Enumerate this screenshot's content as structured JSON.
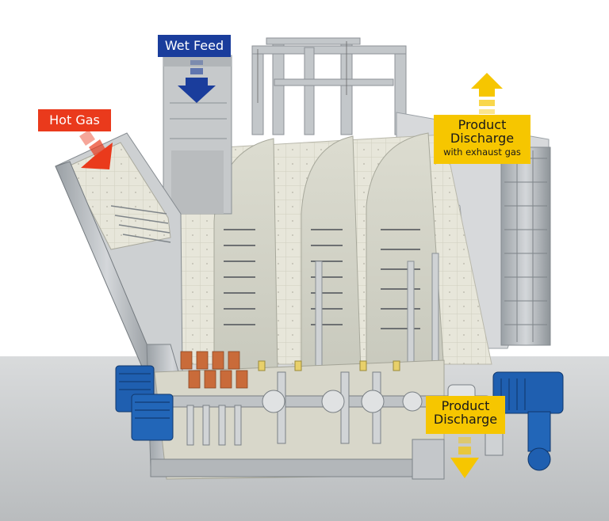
{
  "labels": {
    "wet_feed": "Wet Feed",
    "hot_gas": "Hot Gas",
    "product_discharge_top": {
      "line1": "Product",
      "line2": "Discharge",
      "line3": "with exhaust gas"
    },
    "product_discharge_bottom": {
      "line1": "Product",
      "line2": "Discharge"
    }
  },
  "colors": {
    "wet_feed": "#1a3d9c",
    "hot_gas": "#ea3a1c",
    "product_discharge": "#f6c600",
    "motor": "#1f5fb0",
    "paddle": "#c96b3a"
  }
}
